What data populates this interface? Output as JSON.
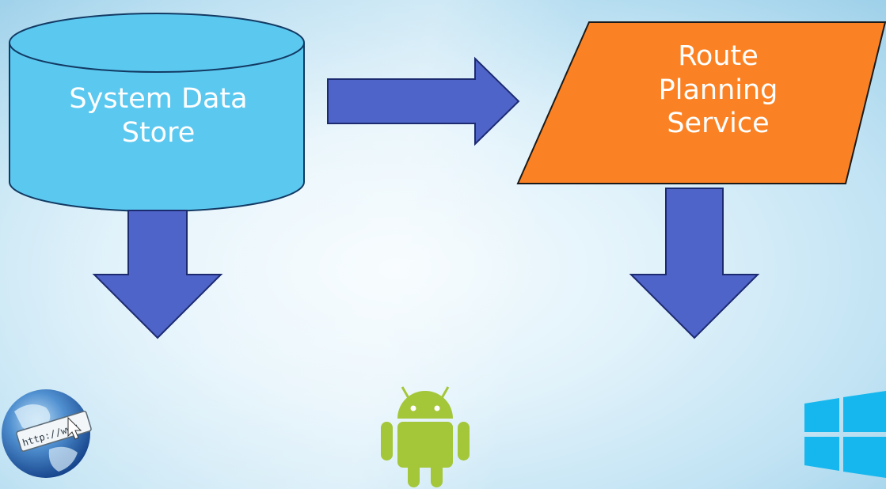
{
  "nodes": {
    "data_store": {
      "label": "System Data\nStore",
      "color": "#5bc8f0"
    },
    "route_service": {
      "label": "Route\nPlanning\nService",
      "color": "#fb8224"
    }
  },
  "arrows": {
    "color": "#4f64c8"
  },
  "platform_icons": [
    {
      "name": "web-globe-icon",
      "label": "http://www"
    },
    {
      "name": "android-icon"
    },
    {
      "name": "windows-icon"
    }
  ]
}
